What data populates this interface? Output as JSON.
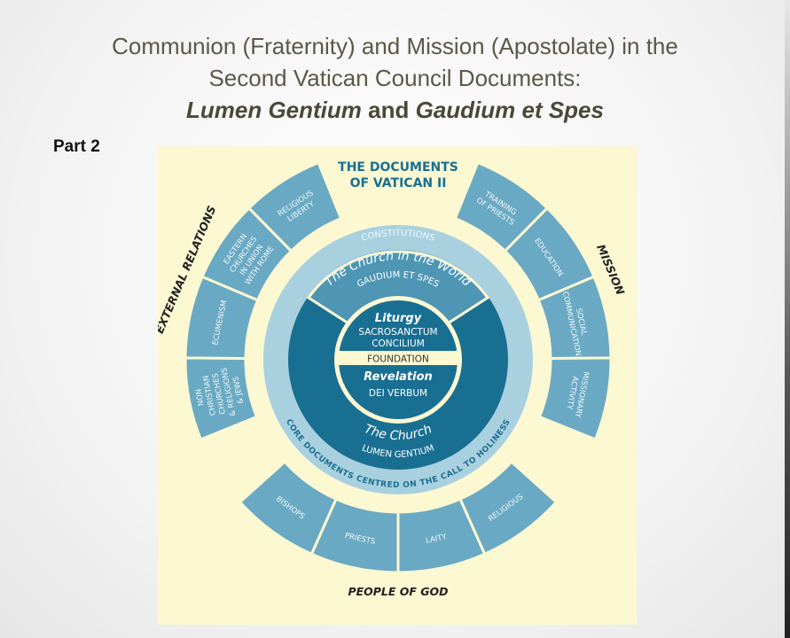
{
  "slide": {
    "title_line1": "Communion (Fraternity) and Mission (Apostolate) in the",
    "title_line2": "Second Vatican Council Documents:",
    "title_doc1": "Lumen Gentium",
    "title_and": " and ",
    "title_doc2": "Gaudium et Spes",
    "part": "Part 2"
  },
  "diagram": {
    "title_line1": "THE DOCUMENTS",
    "title_line2": "OF VATICAN II",
    "constitutions": "CONSTITUTIONS",
    "core_caption": "CORE DOCUMENTS CENTRED ON THE CALL TO HOLINESS",
    "church_world": "The Church in the World",
    "gaudium": "GAUDIUM ET SPES",
    "church": "The Church",
    "lumen": "LUMEN GENTIUM",
    "liturgy": "Liturgy",
    "sacrosanctum": "SACROSANCTUM",
    "concilium": "CONCILIUM",
    "foundation": "FOUNDATION",
    "revelation": "Revelation",
    "dei_verbum": "DEI VERBUM",
    "colors": {
      "background": "#fbf8d2",
      "segment": "#6aa9c3",
      "ring": "#a9d0df",
      "disc": "#196f92",
      "gaudium_band": "#4e96b4",
      "text": "#1a6f91"
    },
    "groups": [
      {
        "label": "EXTERNAL RELATIONS",
        "side": "left",
        "items": [
          {
            "lines": [
              "NON",
              "CHRISTIAN",
              "CHURCHES",
              "& RELIGIONS",
              "& JEWS"
            ]
          },
          {
            "lines": [
              "ECUMENISM"
            ]
          },
          {
            "lines": [
              "EASTERN",
              "CHURCHES",
              "IN UNION",
              "WITH ROME"
            ]
          },
          {
            "lines": [
              "RELIGIOUS",
              "LIBERTY"
            ]
          }
        ]
      },
      {
        "label": "MISSION",
        "side": "right",
        "items": [
          {
            "lines": [
              "TRAINING",
              "OF PRIESTS"
            ]
          },
          {
            "lines": [
              "EDUCATION"
            ]
          },
          {
            "lines": [
              "SOCIAL",
              "COMMUNICATION"
            ]
          },
          {
            "lines": [
              "MISSIONARY",
              "ACTIVITY"
            ]
          }
        ]
      },
      {
        "label": "PEOPLE OF GOD",
        "side": "bottom",
        "items": [
          {
            "lines": [
              "RELIGIOUS"
            ]
          },
          {
            "lines": [
              "LAITY"
            ]
          },
          {
            "lines": [
              "PRIESTS"
            ]
          },
          {
            "lines": [
              "BISHOPS"
            ]
          }
        ]
      }
    ]
  }
}
